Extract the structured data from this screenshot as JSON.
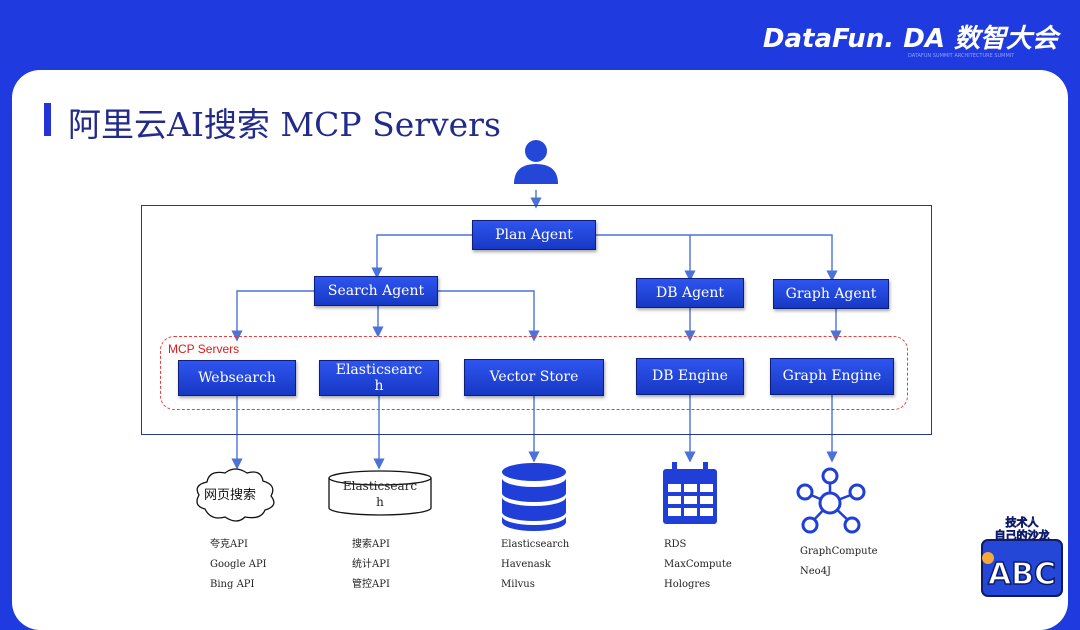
{
  "header": {
    "logo_text": "DataFun.",
    "logo_brand": "DA 数智大会",
    "logo_sub": "DATAFUN SUMMIT ARCHITECTURE SUMMIT"
  },
  "slide": {
    "title": "阿里云AI搜索 MCP Servers"
  },
  "diagram": {
    "plan_agent": "Plan Agent",
    "search_agent": "Search Agent",
    "db_agent": "DB Agent",
    "graph_agent": "Graph Agent",
    "mcp_label": "MCP Servers",
    "websearch": "Websearch",
    "elasticsearch": "Elasticsearc h",
    "vector_store": "Vector Store",
    "db_engine": "DB Engine",
    "graph_engine": "Graph Engine"
  },
  "bottom": {
    "cloud_label": "网页搜索",
    "es_cylinder_label": "Elasticsearc h",
    "web_list": [
      "夸克API",
      "Google API",
      "Bing API"
    ],
    "es_list": [
      "搜索API",
      "统计API",
      "管控API"
    ],
    "vector_list": [
      "Elasticsearch",
      "Havenask",
      "Milvus"
    ],
    "db_list": [
      "RDS",
      "MaxCompute",
      "Hologres"
    ],
    "graph_list": [
      "GraphCompute",
      "Neo4J"
    ]
  },
  "badge": {
    "line1": "技术人",
    "line2": "自己的沙龙",
    "line3": "ABC"
  },
  "colors": {
    "background": "#1f3be0",
    "node": "#2244dd",
    "accent_red": "#e01818",
    "arrow": "#4a72d8"
  }
}
